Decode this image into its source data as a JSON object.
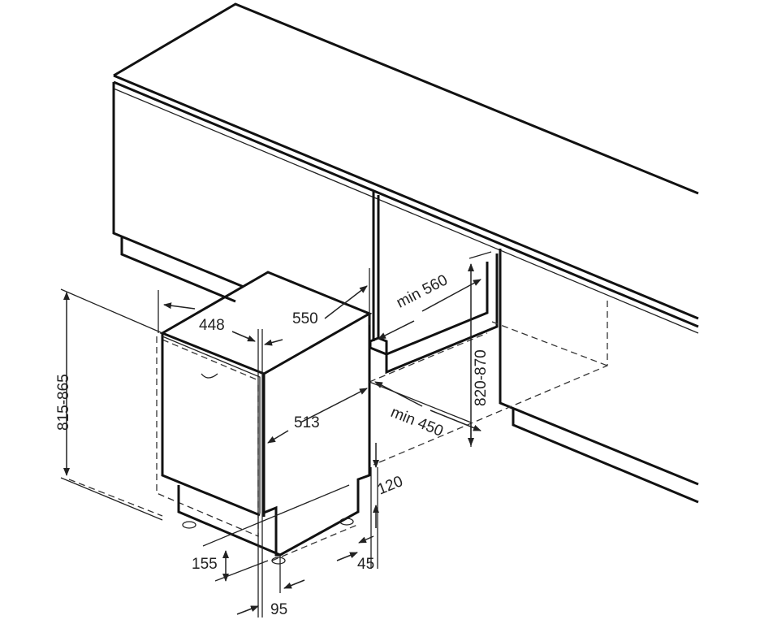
{
  "title": "Dishwasher built-in installation dimensions",
  "dimensions": {
    "width_top": "448",
    "depth_top": "550",
    "niche_depth": "min 560",
    "niche_height": "820-870",
    "appliance_height": "815-865",
    "side_depth": "513",
    "niche_width": "min 450",
    "plinth_height": "120",
    "plinth_front": "155",
    "foot_height": "45",
    "plinth_offset": "95"
  }
}
